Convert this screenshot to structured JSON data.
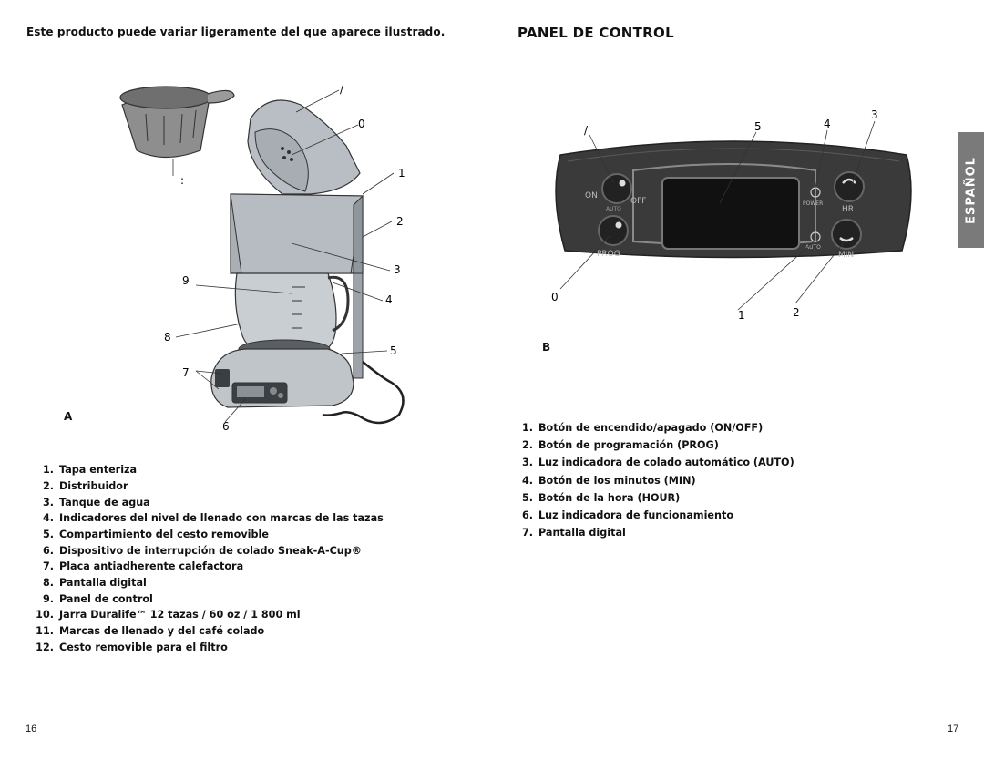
{
  "left_page": {
    "note": "Este producto puede variar ligeramente del que aparece ilustrado.",
    "figure_label": "A",
    "callouts": [
      "/",
      "0",
      "1",
      "2",
      "3",
      "4",
      "5",
      "6",
      "7",
      "8",
      "9",
      ":"
    ],
    "parts": [
      {
        "num": "1.",
        "text": "Tapa enteriza"
      },
      {
        "num": "2.",
        "text": "Distribuidor"
      },
      {
        "num": "3.",
        "text": "Tanque de agua"
      },
      {
        "num": "4.",
        "text": "Indicadores del nivel de llenado con marcas de las tazas"
      },
      {
        "num": "5.",
        "text": "Compartimiento del cesto removible"
      },
      {
        "num": "6.",
        "text": "Dispositivo de interrupción de colado Sneak-A-Cup®"
      },
      {
        "num": "7.",
        "text": "Placa antiadherente calefactora"
      },
      {
        "num": "8.",
        "text": "Pantalla digital"
      },
      {
        "num": "9.",
        "text": "Panel de control"
      },
      {
        "num": "10.",
        "text": "Jarra Duralife™ 12 tazas / 60 oz / 1 800 ml"
      },
      {
        "num": "11.",
        "text": "Marcas de llenado y del café colado"
      },
      {
        "num": "12.",
        "text": "Cesto removible para el filtro"
      }
    ],
    "page_number": "16"
  },
  "right_page": {
    "title": "PANEL DE CONTROL",
    "figure_label": "B",
    "panel_labels": {
      "on": "ON",
      "off": "OFF",
      "auto_small": "AUTO",
      "prog": "PROG",
      "power": "POWER",
      "auto": "AUTO",
      "hr": "HR",
      "min": "MIN"
    },
    "callouts": [
      "/",
      "5",
      "4",
      "3",
      "0",
      "1",
      "2"
    ],
    "items": [
      {
        "num": "1.",
        "text": "Botón de encendido/apagado (ON/OFF)"
      },
      {
        "num": "2.",
        "text": "Botón de programación (PROG)"
      },
      {
        "num": "3.",
        "text": "Luz indicadora de colado automático (AUTO)"
      },
      {
        "num": "4.",
        "text": "Botón de los minutos (MIN)"
      },
      {
        "num": "5.",
        "text": "Botón de la hora (HOUR)"
      },
      {
        "num": "6.",
        "text": "Luz indicadora de funcionamiento"
      },
      {
        "num": "7.",
        "text": "Pantalla digital"
      }
    ],
    "side_tab": "ESPAÑOL",
    "page_number": "17"
  }
}
